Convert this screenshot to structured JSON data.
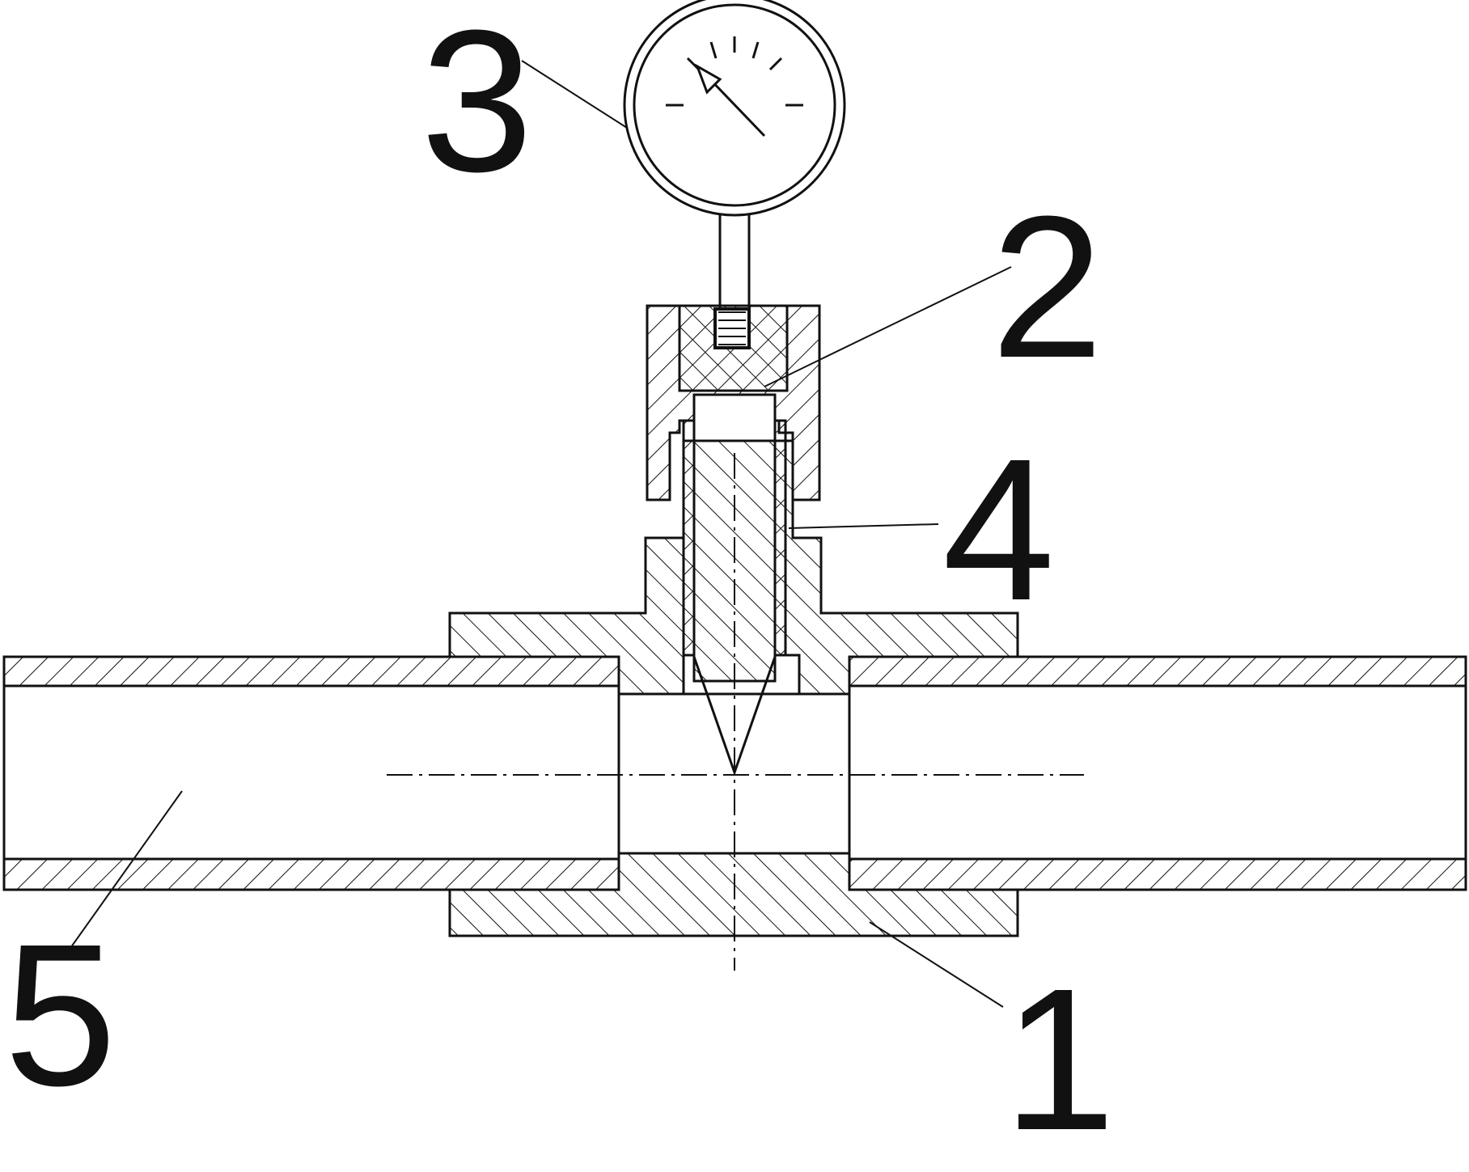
{
  "figure": {
    "callouts": [
      {
        "id": "1",
        "text": "1"
      },
      {
        "id": "2",
        "text": "2"
      },
      {
        "id": "3",
        "text": "3"
      },
      {
        "id": "4",
        "text": "4"
      },
      {
        "id": "5",
        "text": "5"
      }
    ],
    "colors": {
      "line": "#111111",
      "hatch": "#111111",
      "background": "#ffffff"
    }
  }
}
